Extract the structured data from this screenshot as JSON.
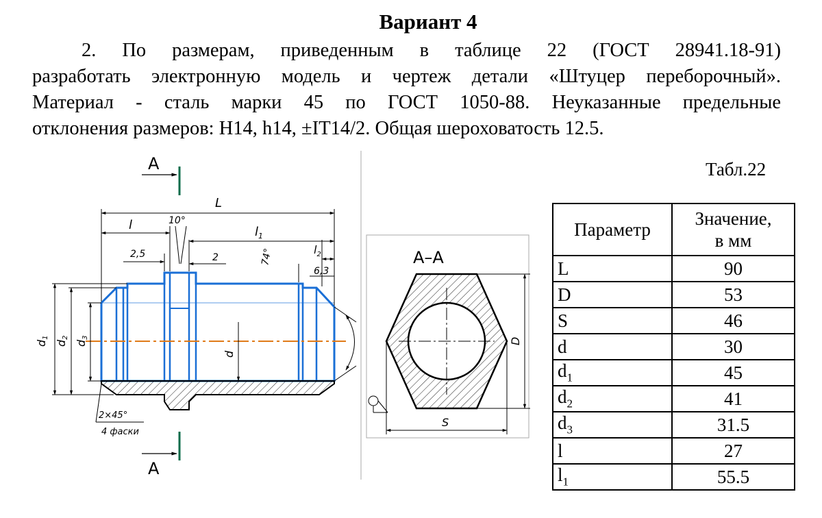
{
  "header": {
    "title": "Вариант 4"
  },
  "task": {
    "lines": [
      "2. По размерам, приведенным в таблице 22 (ГОСТ 28941.18-91)",
      "разработать электронную модель и чертеж детали «Штуцер переборочный».",
      "Материал - сталь марки 45 по ГОСТ 1050-88. Неуказанные предельные",
      "отклонения размеров: H14, h14, ±IT14/2. Общая шероховатость 12.5."
    ]
  },
  "table": {
    "caption": "Табл.22",
    "headers": {
      "param": "Параметр",
      "value_line1": "Значение,",
      "value_line2": "в мм"
    },
    "rows": [
      {
        "param": "L",
        "sub": "",
        "value": "90"
      },
      {
        "param": "D",
        "sub": "",
        "value": "53"
      },
      {
        "param": "S",
        "sub": "",
        "value": "46"
      },
      {
        "param": "d",
        "sub": "",
        "value": "30"
      },
      {
        "param": "d",
        "sub": "1",
        "value": "45"
      },
      {
        "param": "d",
        "sub": "2",
        "value": "41"
      },
      {
        "param": "d",
        "sub": "3",
        "value": "31.5"
      },
      {
        "param": "l",
        "sub": "",
        "value": "27"
      },
      {
        "param": "l",
        "sub": "1",
        "value": "55.5"
      }
    ]
  },
  "drawing": {
    "section_mark": "A",
    "section_title": "A–A",
    "dims": {
      "L": "L",
      "l": "l",
      "l1": "l",
      "l1_sub": "1",
      "l2": "l",
      "l2_sub": "2",
      "angle10": "10°",
      "d25": "2,5",
      "d2mm": "2",
      "d63": "6,3",
      "angle74": "74°",
      "d1": "d",
      "d1_sub": "1",
      "d2": "d",
      "d2_sub": "2",
      "d3": "d",
      "d3_sub": "3",
      "d": "d",
      "chamfer": "2×45°",
      "chamfer_note": "4 фаски",
      "D": "D",
      "S": "S"
    }
  },
  "colors": {
    "outline": "#1a6fd6",
    "axis": "#e07a18",
    "mark": "#0a6b4a"
  }
}
